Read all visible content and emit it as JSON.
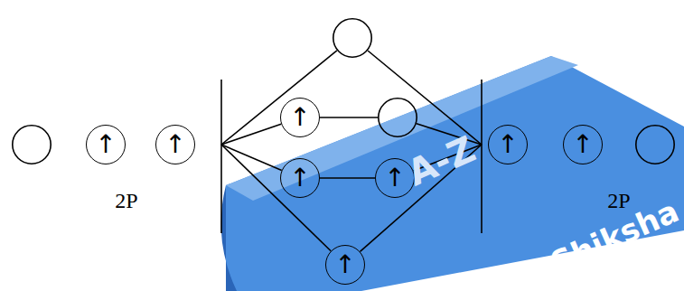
{
  "diagram": {
    "nodes": [
      {
        "text": [
          "↑"
        ]
      },
      {
        "text": [
          "↑"
        ]
      },
      {
        "text": [
          "↑"
        ]
      },
      {
        "text": [
          "↑"
        ]
      },
      {
        "text": [
          "↑"
        ]
      },
      {
        "text": [
          "↑"
        ]
      },
      {
        "text": [
          "↑"
        ]
      },
      {
        "text": [
          "↑"
        ]
      }
    ],
    "edges": [
      {
        "from": 3,
        "to": 4,
        "arrow": "none"
      }
    ],
    "labels": [
      "2P",
      "2P",
      "A-Z",
      "Shiksha"
    ]
  }
}
